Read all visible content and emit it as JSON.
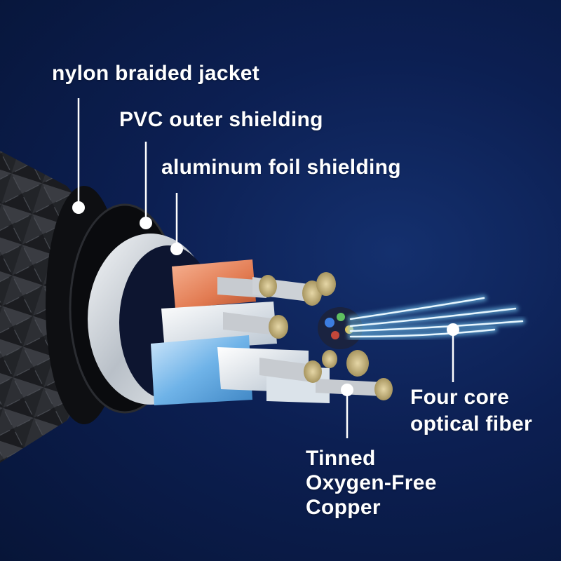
{
  "callouts": {
    "nylon": "nylon braided jacket",
    "pvc": "PVC outer shielding",
    "foil": "aluminum foil shielding",
    "fiber": [
      "Four core",
      "optical fiber"
    ],
    "copper": [
      "Tinned",
      "Oxygen-Free",
      "Copper"
    ]
  },
  "colors": {
    "background": "#0c1f52",
    "label_text": "#ffffff",
    "fiber_glow": "#7fd6ff",
    "foil": "#d8dde3",
    "copper_core": "#c9b98a",
    "orange_insulation": "#e27b52",
    "blue_insulation": "#6fb3e8"
  }
}
